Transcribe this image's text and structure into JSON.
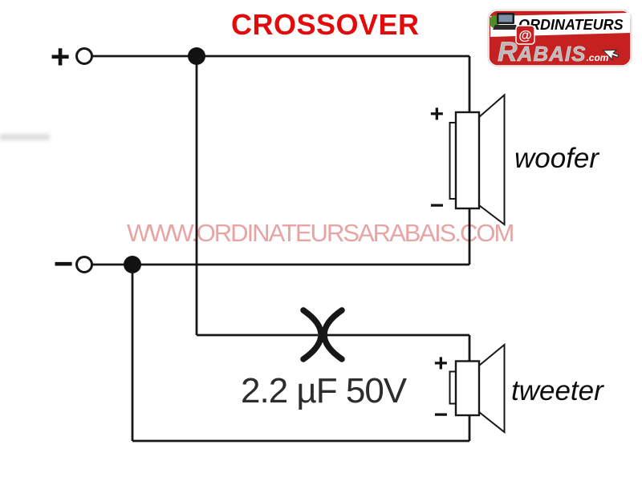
{
  "title": {
    "text": "CROSSOVER"
  },
  "watermark": {
    "text": "WWW.ORDINATEURSARABAIS.COM"
  },
  "logo": {
    "top_text": "ORDINATEURS",
    "at_symbol": "@",
    "brand_initial": "R",
    "brand_rest": "ABAIS",
    "brand_suffix": ".com"
  },
  "schematic": {
    "input_plus": "+",
    "input_minus": "−",
    "woofer": {
      "plus": "+",
      "minus": "−",
      "label": "woofer"
    },
    "tweeter": {
      "plus": "+",
      "minus": "−",
      "label": "tweeter"
    },
    "capacitor_label": "2.2 µF 50V"
  },
  "colors": {
    "title_red": "#e20a0a",
    "watermark_pink": "#e8a3a3",
    "wire_black": "#171717",
    "logo_red": "#c62121",
    "brand_silver": "#b9b9b9"
  }
}
